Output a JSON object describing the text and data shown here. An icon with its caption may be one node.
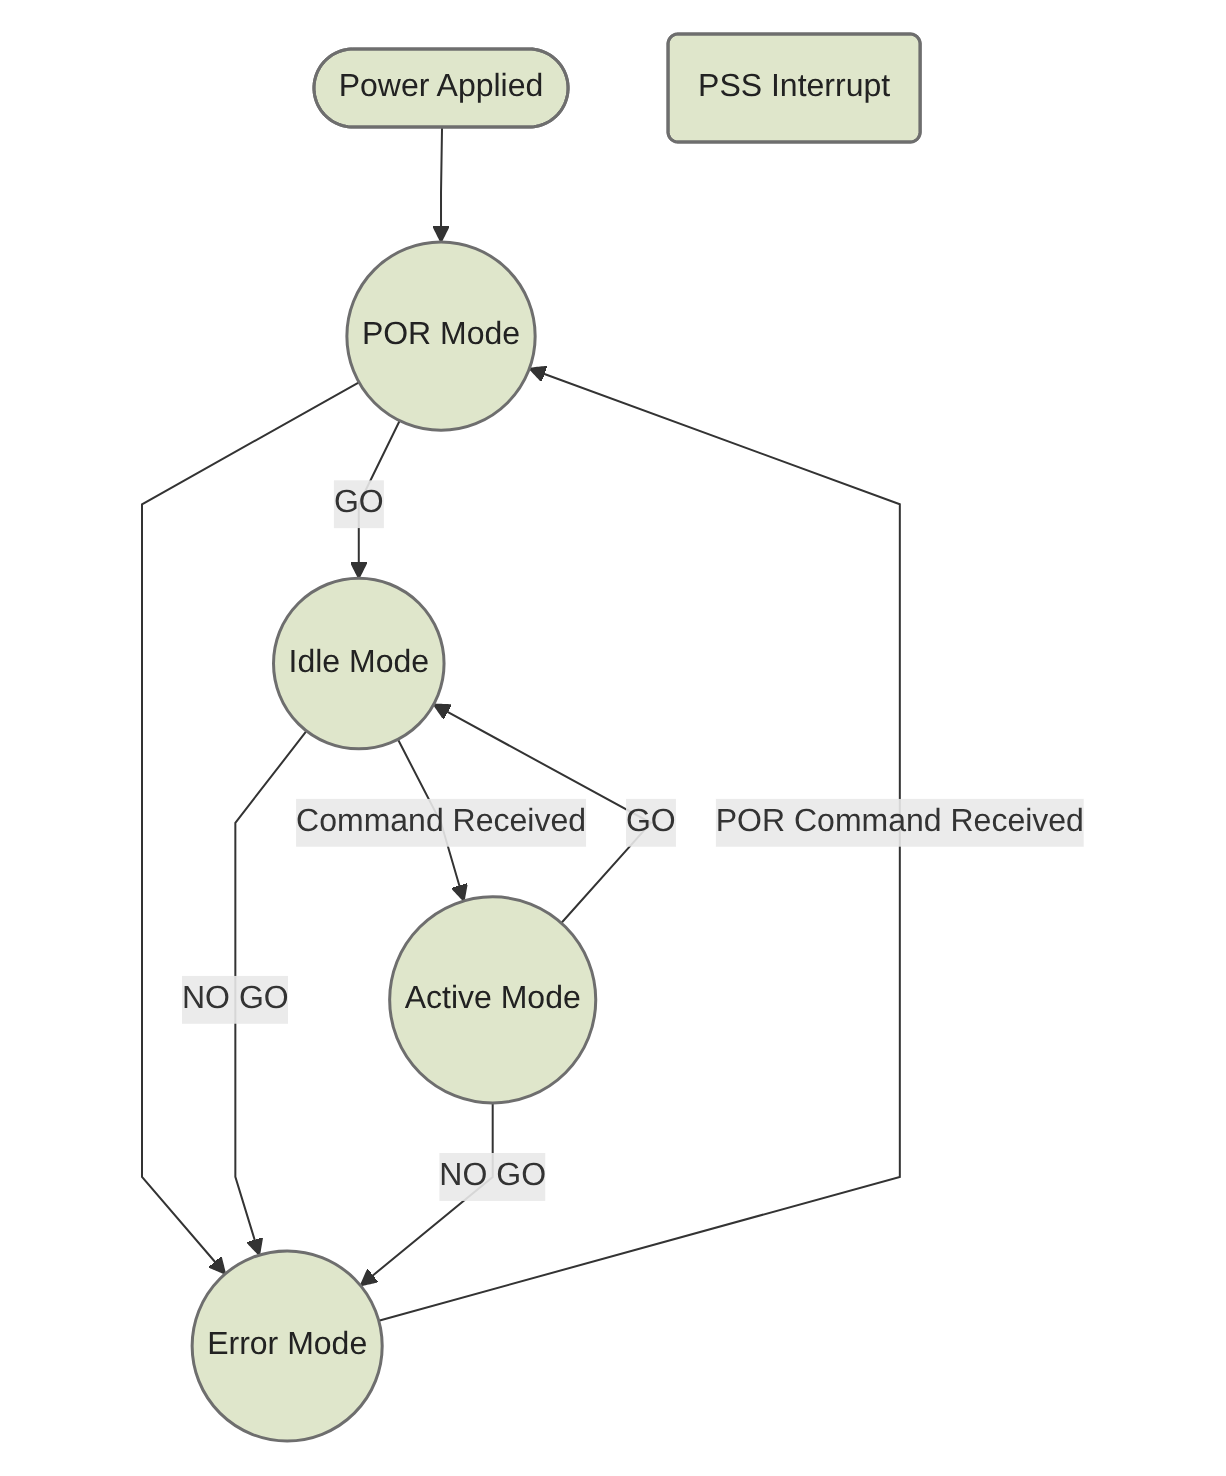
{
  "diagram": {
    "nodes": [
      {
        "text": [
          "Power Applied"
        ]
      },
      {
        "text": [
          "POR Mode"
        ]
      },
      {
        "text": [
          "PSS Interrupt"
        ]
      },
      {
        "text": [
          "Idle Mode"
        ]
      },
      {
        "text": [
          "Active Mode"
        ]
      },
      {
        "text": [
          "Error Mode"
        ]
      }
    ],
    "edges": [
      {
        "from": 0,
        "to": 1,
        "arrow": "to"
      },
      {
        "from": 1,
        "to": 3,
        "arrow": "to",
        "label": "GO"
      },
      {
        "from": 1,
        "to": 5,
        "arrow": "to"
      },
      {
        "from": 3,
        "to": 5,
        "arrow": "to",
        "label": "NO GO"
      },
      {
        "from": 3,
        "to": 4,
        "arrow": "to",
        "label": "Command Received"
      },
      {
        "from": 4,
        "to": 3,
        "arrow": "to",
        "label": "GO"
      },
      {
        "from": 4,
        "to": 5,
        "arrow": "to",
        "label": "NO GO"
      },
      {
        "from": 5,
        "to": 1,
        "arrow": "to",
        "label": "POR Command Received"
      }
    ]
  }
}
